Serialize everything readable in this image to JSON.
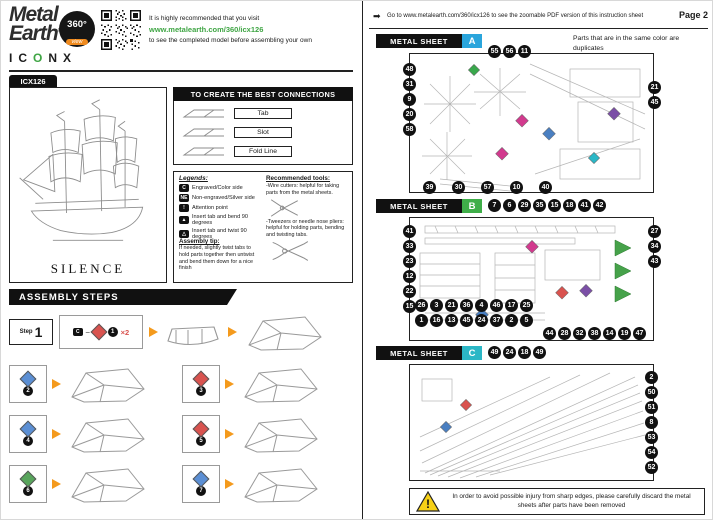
{
  "brand": {
    "logo_top": "Metal",
    "logo_bottom": "Earth",
    "registered": "®",
    "iconx_pre": "IC",
    "iconx_o": "O",
    "iconx_post": "NX",
    "badge_360": "360°",
    "badge_view": "view",
    "intro_line1": "It is highly recommended that you visit",
    "intro_link": "www.metalearth.com/360/icx126",
    "intro_line2": "to see the completed model before assembling your own"
  },
  "model": {
    "code": "ICX126",
    "name": "SILENCE"
  },
  "connections": {
    "title": "TO CREATE THE BEST CONNECTIONS",
    "labels": [
      "Tab",
      "Slot",
      "Fold Line"
    ]
  },
  "legends": {
    "title": "Legends:",
    "items": [
      {
        "icon": "C",
        "label": "Engraved/Color side"
      },
      {
        "icon": "NE",
        "label": "Non-engraved/Silver side"
      },
      {
        "icon": "!",
        "label": "Attention point"
      },
      {
        "icon": "▲",
        "label": "Insert tab and bend 90 degrees"
      },
      {
        "icon": "△",
        "label": "Insert tab and twist 90 degrees"
      }
    ]
  },
  "tools": {
    "title": "Recommended tools:",
    "item1": "-Wire cutters: helpful for taking parts from the metal sheets.",
    "item2": "-Tweezers or needle nose pliers: helpful for holding parts, bending and twisting tabs."
  },
  "tip": {
    "title": "Assembly tip:",
    "text": "If needed, slightly twist tabs to hold parts together then untwist and bend them down for a nice finish"
  },
  "assembly": {
    "title": "ASSEMBLY STEPS",
    "step_label": "Step",
    "step_number": "1",
    "tag": "C",
    "first_part": "1",
    "qty": "×2",
    "panels": [
      {
        "num": "2",
        "color": "#5b8fd4"
      },
      {
        "num": "3",
        "color": "#d9534f"
      },
      {
        "num": "4",
        "color": "#5b8fd4"
      },
      {
        "num": "5",
        "color": "#d9534f"
      },
      {
        "num": "6",
        "color": "#58a55c"
      },
      {
        "num": "7",
        "color": "#5b8fd4"
      }
    ]
  },
  "page2": {
    "header_text": "Go to www.metalearth.com/360/icx126 to see the zoomable PDF version of this instruction sheet",
    "header_arrow": "➡",
    "page_label": "Page 2",
    "sheet_label": "METAL SHEET",
    "duplicates_note": "Parts that are in the same color are duplicates",
    "sheet_a": {
      "letter": "A",
      "color": "#2aa5dc",
      "top": [
        "55",
        "56",
        "11"
      ],
      "left": [
        "48",
        "31",
        "9",
        "20",
        "58"
      ],
      "bottom": [
        "39",
        "30",
        "57",
        "10",
        "40"
      ],
      "right": [
        "21",
        "45"
      ]
    },
    "sheet_b": {
      "letter": "B",
      "color": "#3fae49",
      "top": [
        "7",
        "6",
        "29",
        "35",
        "15",
        "18",
        "41",
        "42"
      ],
      "left": [
        "41",
        "33",
        "23",
        "12",
        "22",
        "15"
      ],
      "right": [
        "27",
        "34",
        "43"
      ],
      "inner_row1": [
        "26",
        "3",
        "21",
        "36",
        "4",
        "46",
        "17",
        "25"
      ],
      "inner_row2": [
        "1",
        "16",
        "13",
        "45",
        "24",
        "37",
        "2",
        "5"
      ],
      "inner_row3": [
        "44",
        "28",
        "32",
        "38",
        "14",
        "19",
        "47"
      ]
    },
    "sheet_c": {
      "letter": "C",
      "color": "#2bb7c6",
      "top": [
        "49",
        "24",
        "18",
        "49"
      ],
      "right": [
        "2",
        "50",
        "51",
        "8",
        "53",
        "54",
        "52"
      ]
    },
    "warning": "In order to avoid possible injury from sharp edges, please carefully discard the metal sheets after parts have been removed"
  }
}
